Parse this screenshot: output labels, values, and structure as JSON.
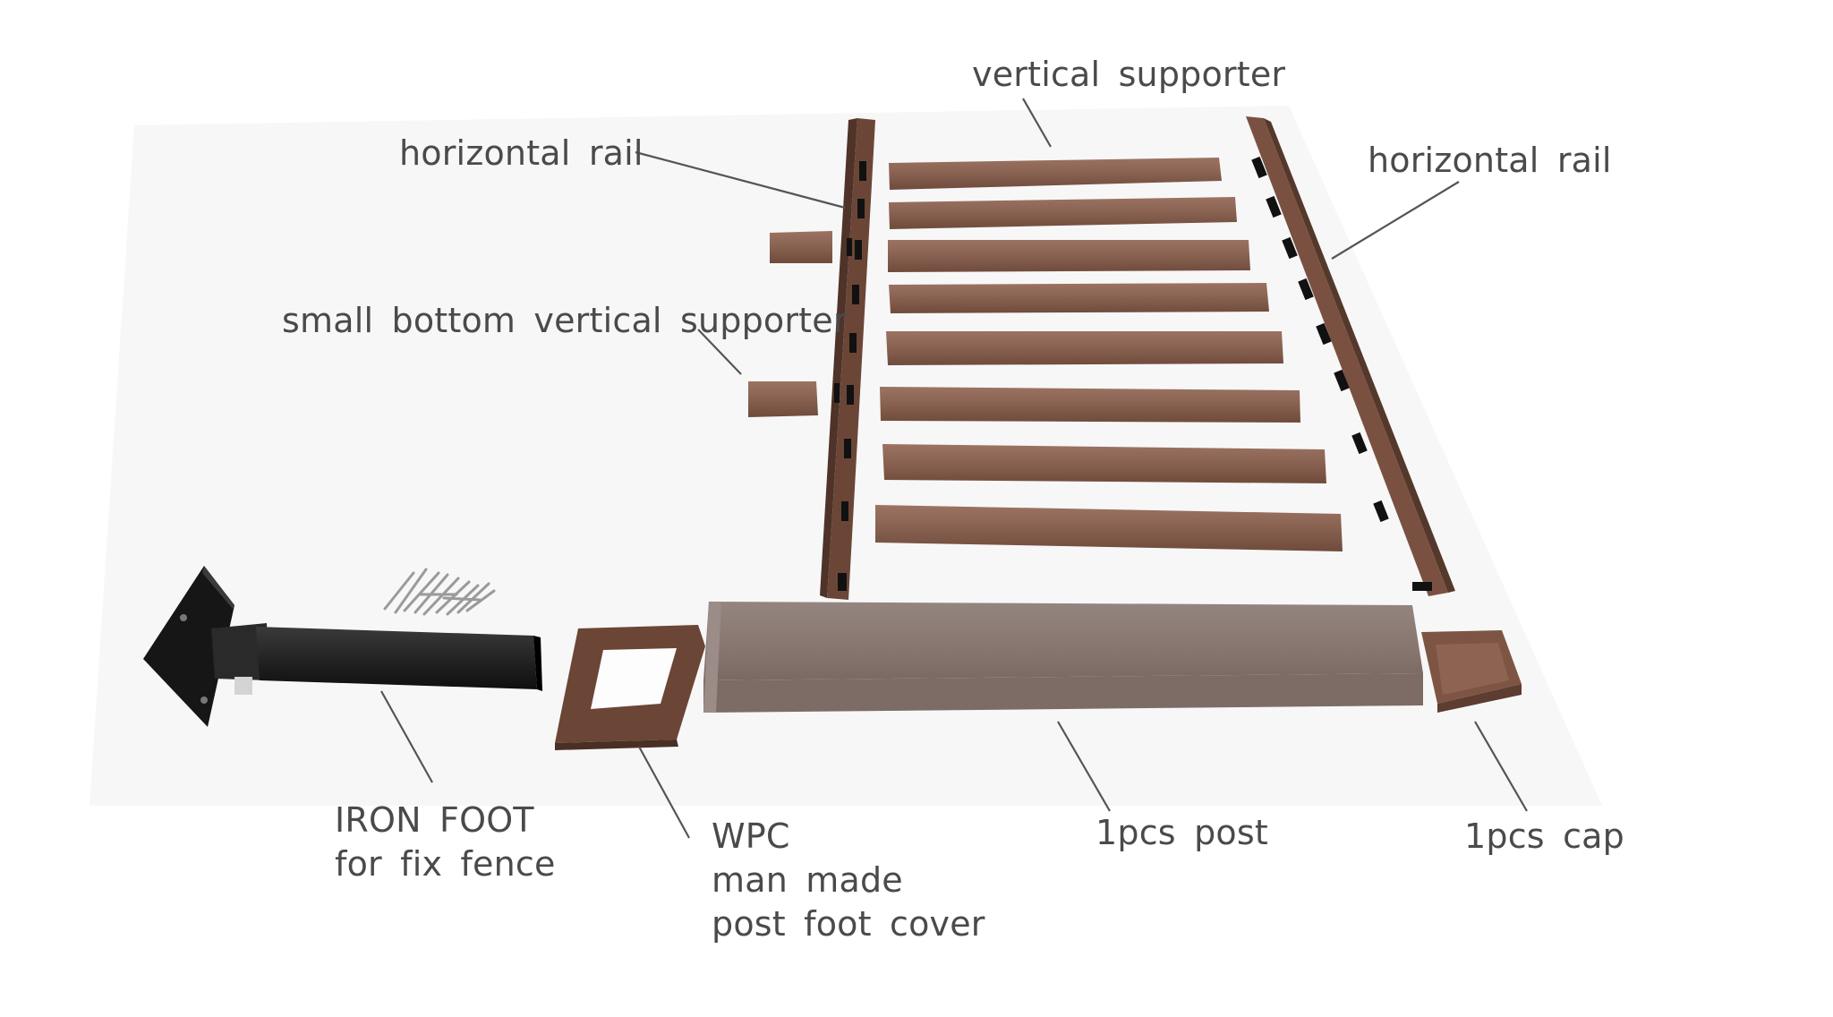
{
  "labels": {
    "vertical_supporter": "vertical supporter",
    "horizontal_rail_left": "horizontal rail",
    "horizontal_rail_right": "horizontal rail",
    "small_bottom_vertical_supporter": "small bottom vertical supporter",
    "iron_foot": [
      "IRON FOOT",
      "for fix fence"
    ],
    "post_foot_cover": [
      "WPC",
      "man made",
      "post foot cover"
    ],
    "post": "1pcs post",
    "cap": "1pcs cap"
  },
  "colors": {
    "wpc_brown": "#8a6352",
    "wpc_dark": "#5e3f32",
    "post_grey": "#8b7b73",
    "iron_black": "#1c1c1c",
    "label_text": "#4a4a4a",
    "leader_line": "#555555"
  }
}
